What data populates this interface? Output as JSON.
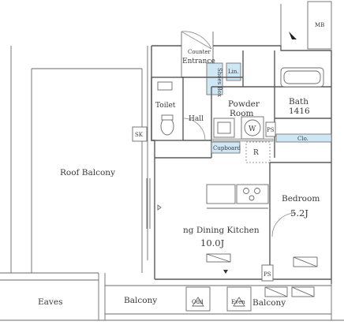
{
  "rooms": {
    "mb": "MB",
    "counter": "Counter",
    "entrance": "Entrance",
    "shoes_box": "Shoes Box",
    "lin": "Lin.",
    "toilet": "Toilet",
    "hall": "Hall",
    "powder_room_line1": "Powder",
    "powder_room_line2": "Room",
    "bath_line1": "Bath",
    "bath_size": "1416",
    "sk": "SK",
    "w": "W",
    "ps_upper": "PS",
    "clo": "Clo.",
    "cupboard": "Cupboard",
    "r": "R",
    "roof_balcony": "Roof Balcony",
    "bedroom": "Bedroom",
    "bedroom_size": "5.2J",
    "ldk": "ng Dining Kitchen",
    "ldk_size": "10.0J",
    "ps_lower": "PS",
    "eaves": "Eaves",
    "balcony_left": "Balcony",
    "balcony_right": "Balcony",
    "odd": "Odd",
    "even": "Even"
  },
  "colors": {
    "wall": "#5a5a5a",
    "fixture_blue": "#cfe6f4"
  }
}
